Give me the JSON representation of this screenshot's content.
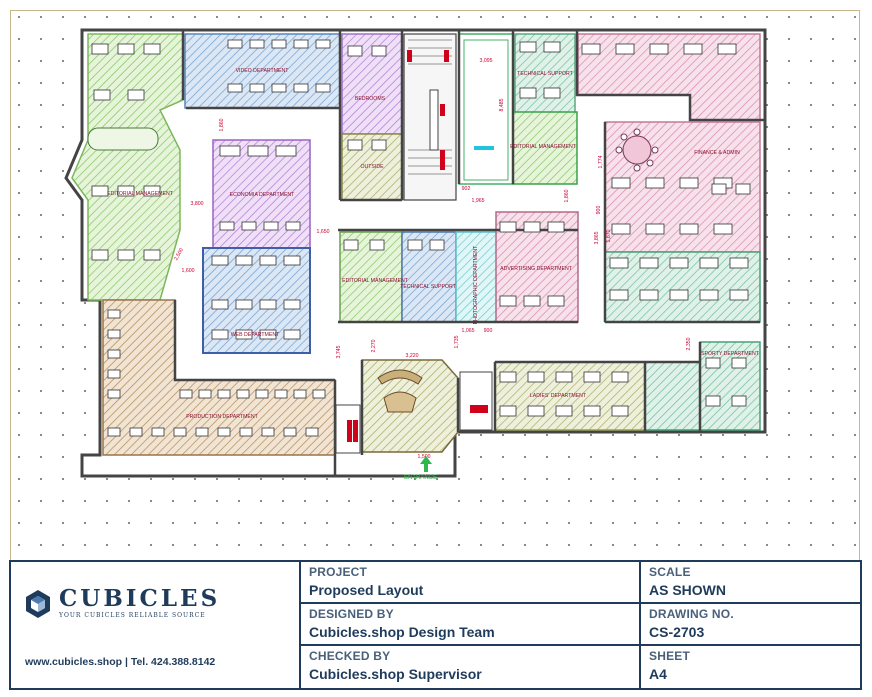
{
  "drawing": {
    "room_labels": [
      "VIDEO DEPARTMENT",
      "EDITORIAL MANAGEMENT",
      "ECONOMIA DEPARTMENT",
      "WEB DEPARTMENT",
      "PRODUCTION DEPARTMENT",
      "BEDROOMS",
      "OUTSIDE",
      "EDITORIAL MANAGEMENT",
      "TECHNICAL SUPPORT",
      "PHOTOGRAPHIC DEPARTMENT",
      "ADVERTISING DEPARTMENT",
      "TECHNICAL SUPPORT",
      "EDITORIAL MANAGEMENT",
      "FINANCE & ADMIN",
      "LADIES' DEPARTMENT",
      "SPORTY DEPARTMENT"
    ],
    "dimensions": [
      "3,095",
      "8,485",
      "1,860",
      "3,800",
      "2,500",
      "1,600",
      "1,650",
      "3,745",
      "3,220",
      "1,735",
      "1,065",
      "900",
      "1,965",
      "902",
      "1,860",
      "900",
      "2,350",
      "3,865",
      "1,870",
      "1,774",
      "2,270",
      "1,500"
    ],
    "entrance_label": "ENTRANCE"
  },
  "title_block": {
    "brand": {
      "name": "CUBICLES",
      "tagline": "YOUR CUBICLES RELIABLE SOURCE",
      "contact": "www.cubicles.shop  |  Tel. 424.388.8142"
    },
    "project": {
      "label": "PROJECT",
      "value": "Proposed Layout"
    },
    "designed_by": {
      "label": "DESIGNED BY",
      "value": "Cubicles.shop Design Team"
    },
    "checked_by": {
      "label": "CHECKED BY",
      "value": "Cubicles.shop Supervisor"
    },
    "scale": {
      "label": "SCALE",
      "value": "AS SHOWN"
    },
    "drawing_no": {
      "label": "DRAWING NO.",
      "value": "CS-2703"
    },
    "sheet": {
      "label": "SHEET",
      "value": "A4"
    }
  },
  "colors": {
    "ink": "#1f3b5c",
    "wall": "#444444",
    "dim": "#cc0033",
    "green": "#9fd17f",
    "blue": "#6f9fd0",
    "purple": "#b07bd6",
    "brown": "#b08a5a",
    "pink": "#e09ab8",
    "cyan": "#7fd8e0",
    "olive": "#a8b46a"
  }
}
